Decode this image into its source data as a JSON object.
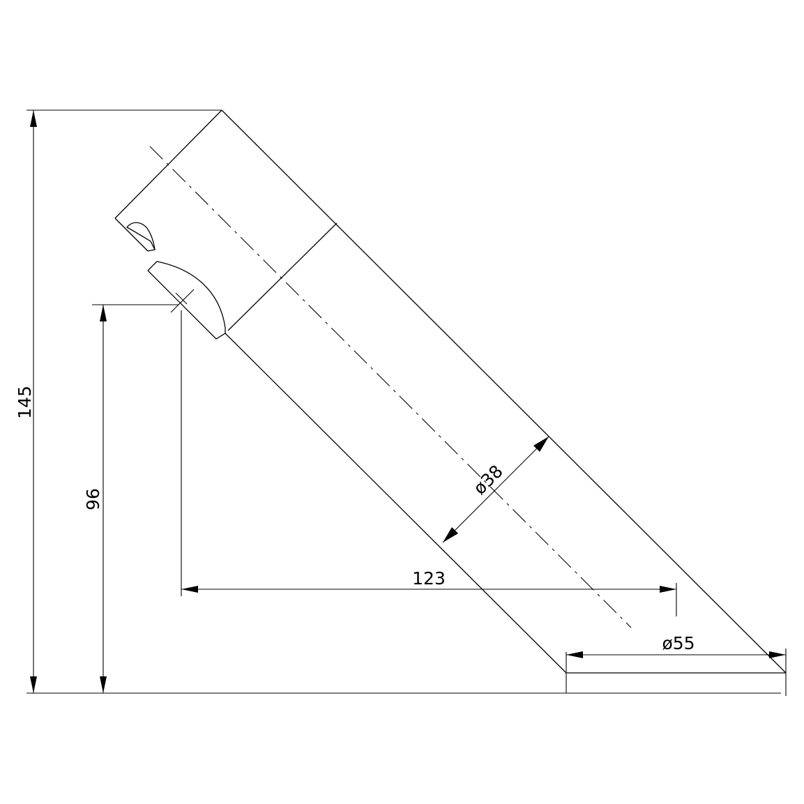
{
  "drawing": {
    "colors": {
      "line": "#000000",
      "background": "#ffffff"
    },
    "dimensions": {
      "overall_height": "145",
      "spout_height": "96",
      "spout_reach": "123",
      "body_diameter": "ø38",
      "base_diameter": "ø55"
    }
  }
}
